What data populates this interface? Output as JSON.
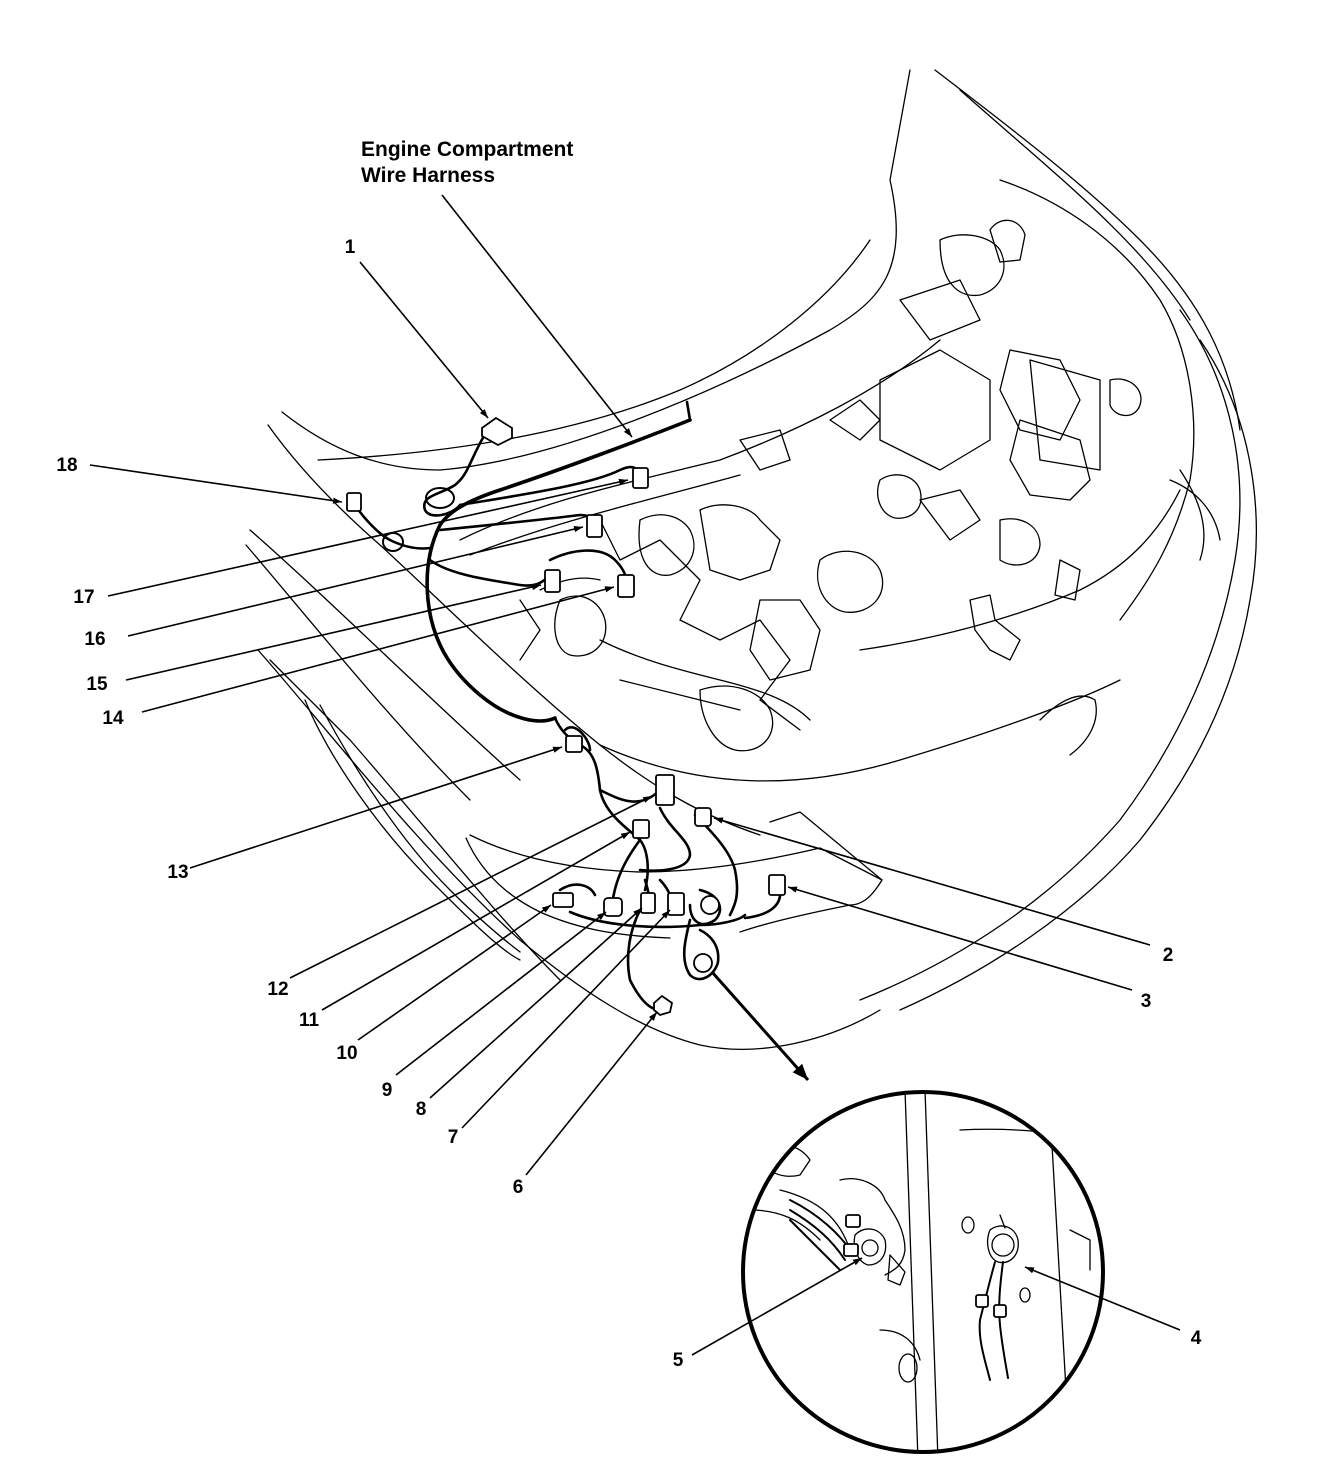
{
  "diagram": {
    "title_line1": "Engine Compartment",
    "title_line2": "Wire Harness",
    "callouts": [
      {
        "id": "1",
        "label": "1"
      },
      {
        "id": "2",
        "label": "2"
      },
      {
        "id": "3",
        "label": "3"
      },
      {
        "id": "4",
        "label": "4"
      },
      {
        "id": "5",
        "label": "5"
      },
      {
        "id": "6",
        "label": "6"
      },
      {
        "id": "7",
        "label": "7"
      },
      {
        "id": "8",
        "label": "8"
      },
      {
        "id": "9",
        "label": "9"
      },
      {
        "id": "10",
        "label": "10"
      },
      {
        "id": "11",
        "label": "11"
      },
      {
        "id": "12",
        "label": "12"
      },
      {
        "id": "13",
        "label": "13"
      },
      {
        "id": "14",
        "label": "14"
      },
      {
        "id": "15",
        "label": "15"
      },
      {
        "id": "16",
        "label": "16"
      },
      {
        "id": "17",
        "label": "17"
      },
      {
        "id": "18",
        "label": "18"
      }
    ]
  }
}
